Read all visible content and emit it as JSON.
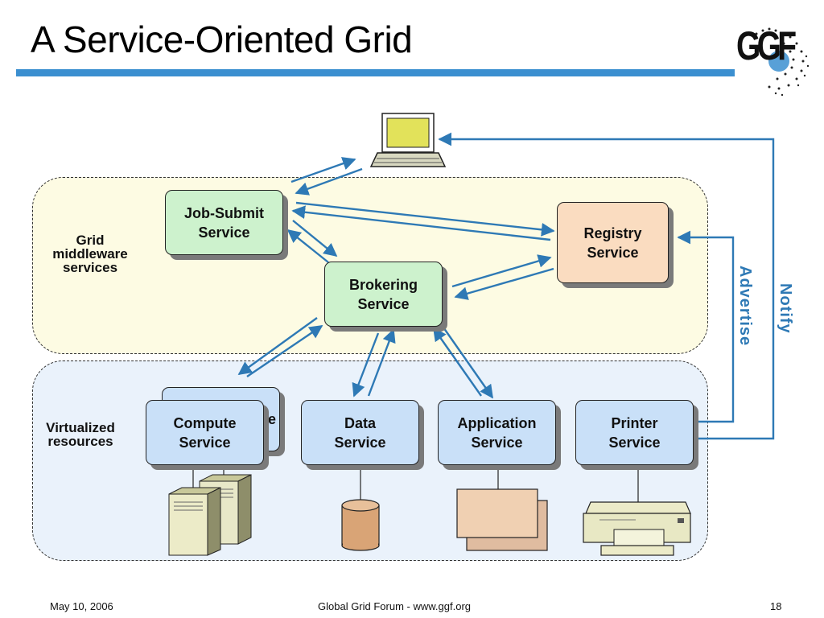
{
  "title": "A Service-Oriented Grid",
  "logo": {
    "text": "GGF"
  },
  "zones": {
    "middleware": {
      "label_lines": [
        "Grid",
        "middleware",
        "services"
      ]
    },
    "resources": {
      "label_lines": [
        "Virtualized",
        "resources"
      ]
    }
  },
  "services": {
    "job_submit": {
      "lines": [
        "Job-Submit",
        "Service"
      ]
    },
    "brokering": {
      "lines": [
        "Brokering",
        "Service"
      ]
    },
    "registry": {
      "lines": [
        "Registry",
        "Service"
      ]
    },
    "compute_back_fragment": "ce",
    "compute": {
      "lines": [
        "Compute",
        "Service"
      ]
    },
    "data": {
      "lines": [
        "Data",
        "Service"
      ]
    },
    "application": {
      "lines": [
        "Application",
        "Service"
      ]
    },
    "printer": {
      "lines": [
        "Printer",
        "Service"
      ]
    }
  },
  "side_labels": {
    "advertise": "Advertise",
    "notify": "Notify"
  },
  "footer": {
    "date": "May 10, 2006",
    "center": "Global Grid Forum - www.ggf.org",
    "page": "18"
  },
  "colors": {
    "accent_blue": "#2e79b5",
    "title_bar": "#3b8fd0",
    "zone_middleware": "#fdfbe3",
    "zone_resources": "#eaf2fb"
  }
}
